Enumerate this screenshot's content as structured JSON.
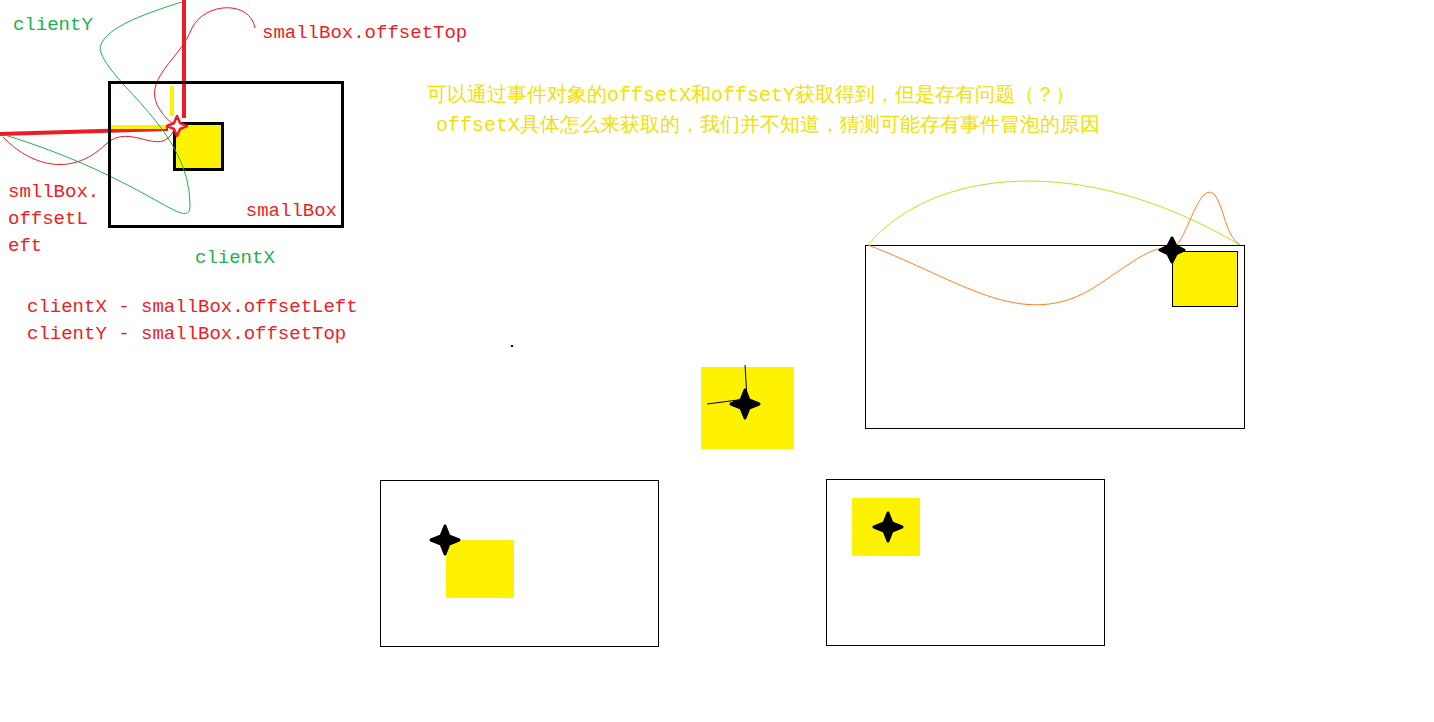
{
  "diagram": {
    "nodes": [
      {
        "text": [
          "smallBox"
        ]
      }
    ],
    "labels": [
      "clientY",
      "smallBox.offsetTop",
      "可以通过事件对象的offsetX和offsetY获取得到，但是存有问题（？）",
      "offsetX具体怎么来获取的，我们并不知道，猜测可能存有事件冒泡的原因",
      "smllBox. offsetL eft",
      "clientX",
      "clientX - smallBox.offsetLeft",
      "clientY - smallBox.offsetTop"
    ]
  }
}
